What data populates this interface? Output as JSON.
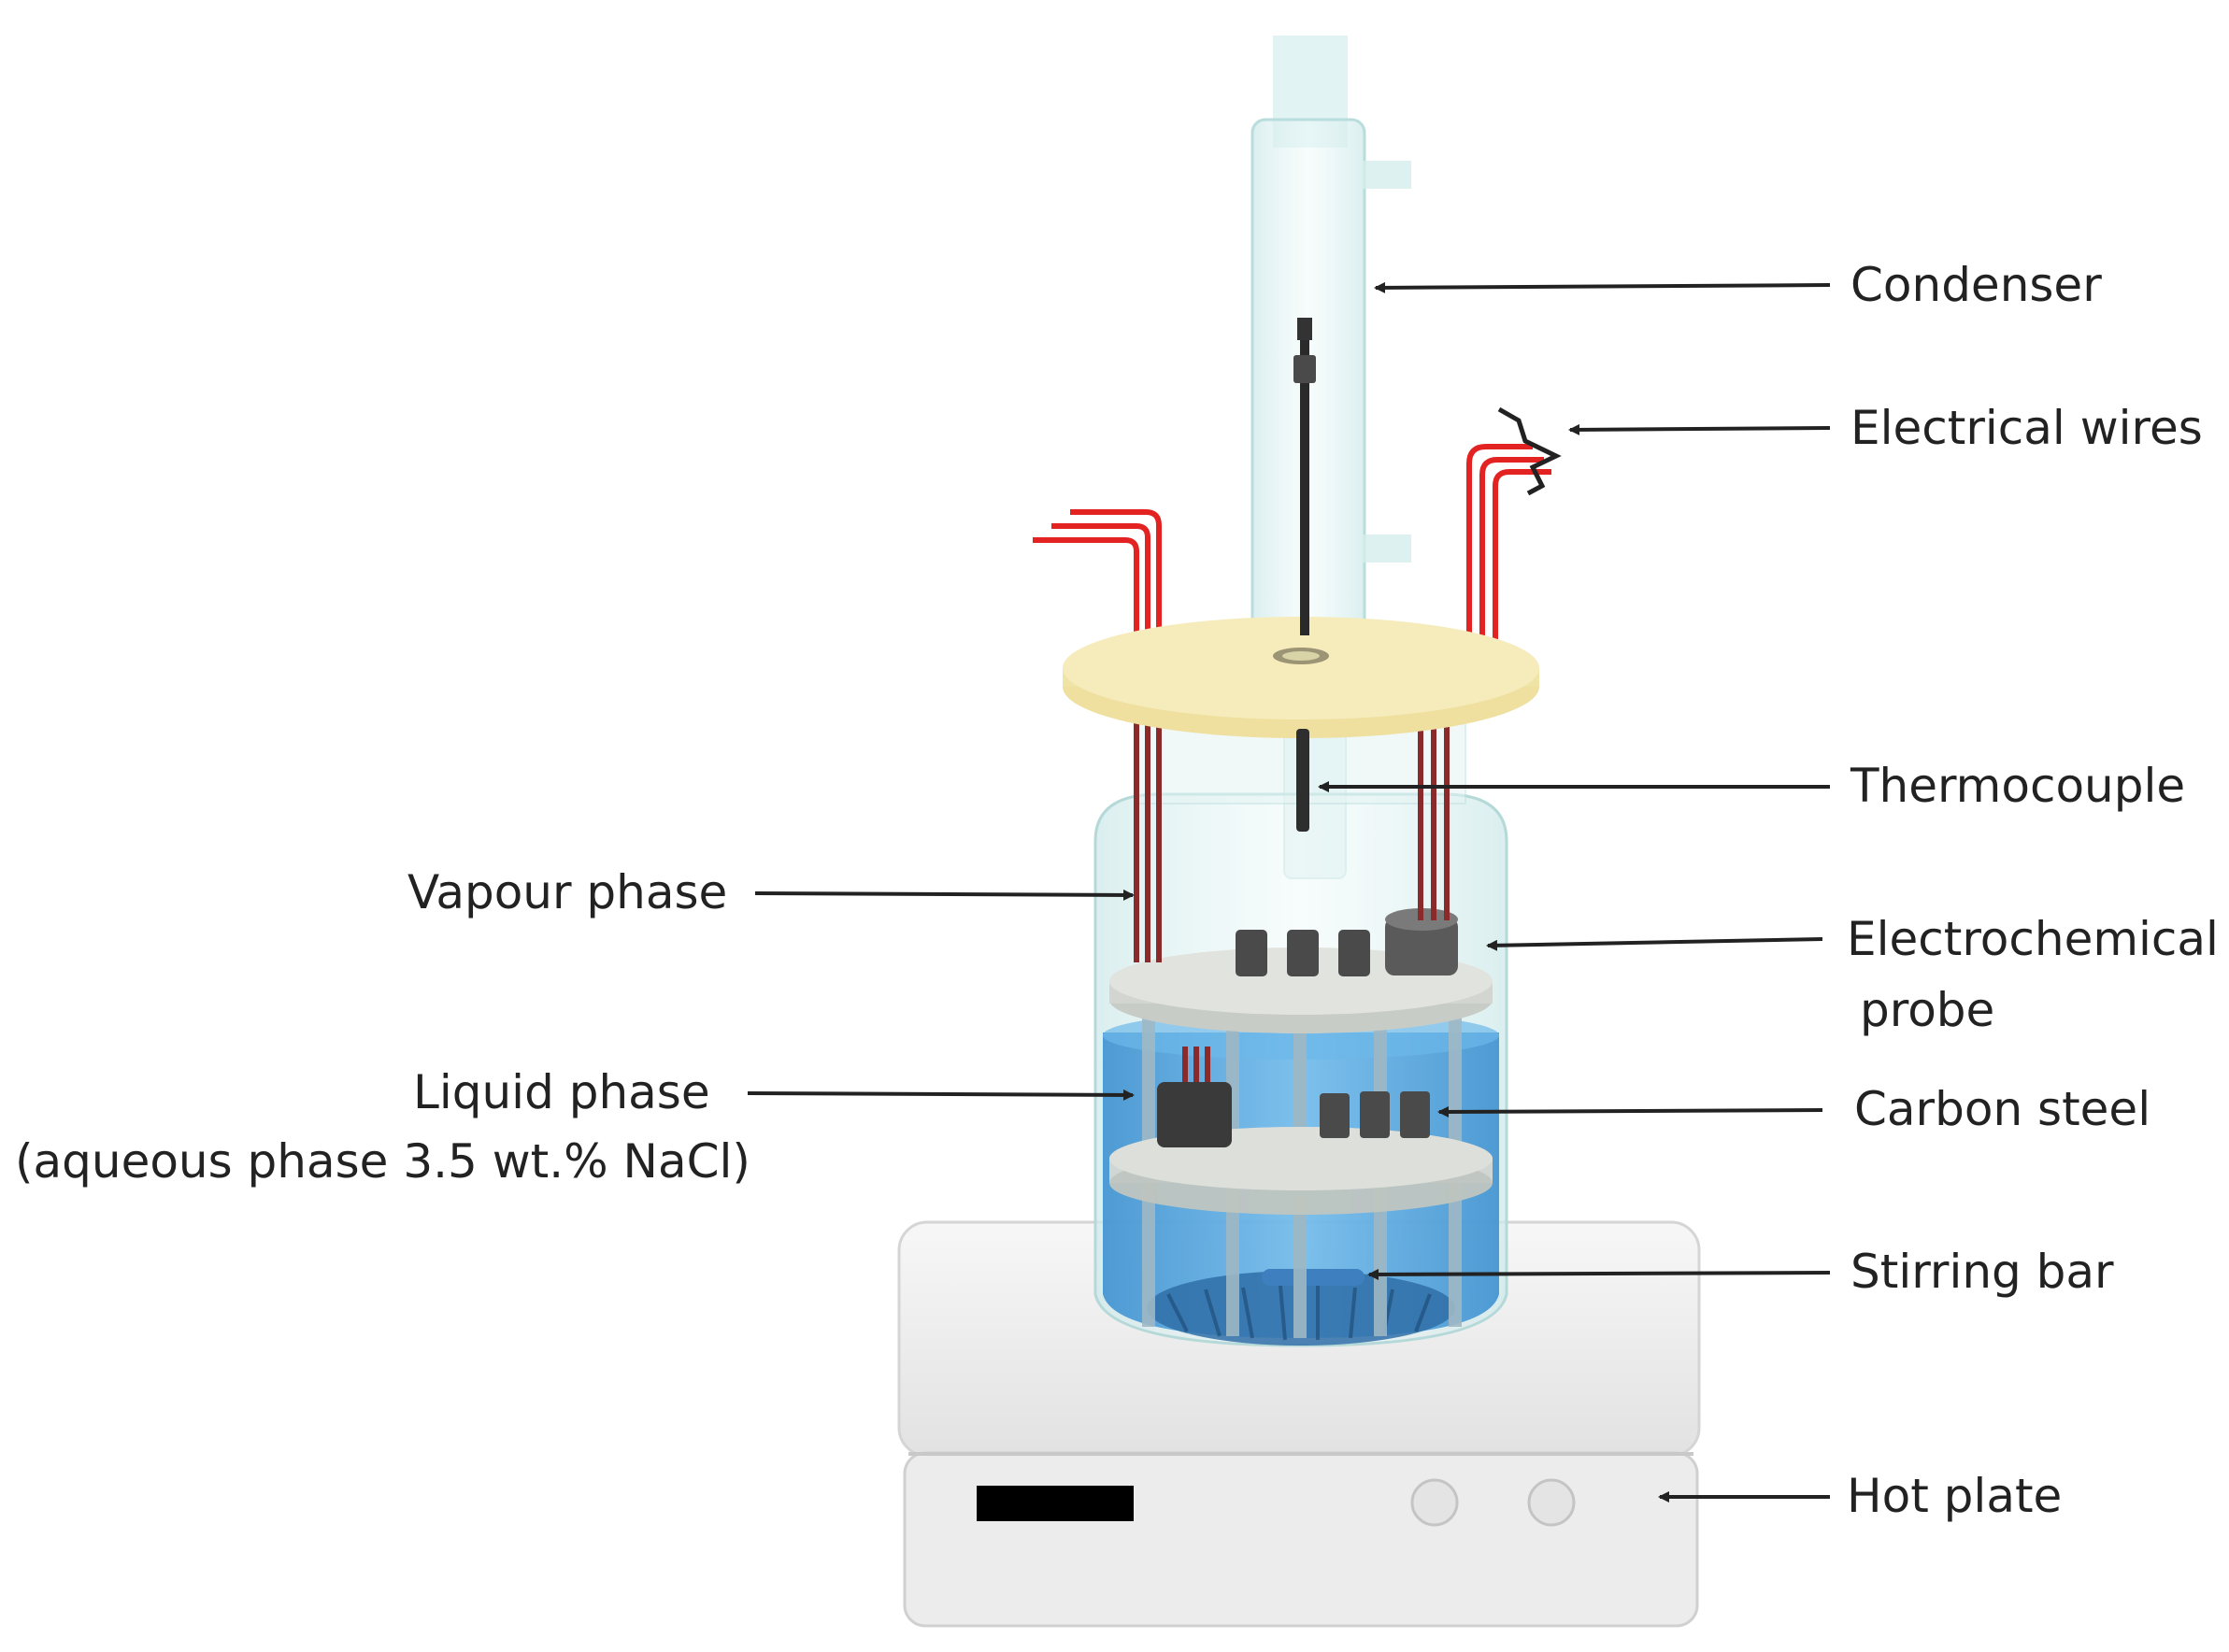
{
  "labels": {
    "condenser": "Condenser",
    "electrical_wires": "Electrical wires",
    "thermocouple": "Thermocouple",
    "vapour_phase": "Vapour phase",
    "electrochemical_probe_line1": "Electrochemical",
    "electrochemical_probe_line2": "probe",
    "liquid_phase_line1": "Liquid phase",
    "liquid_phase_line2": "(aqueous phase 3.5 wt.% NaCl)",
    "carbon_steel": "Carbon steel",
    "stirring_bar": "Stirring bar",
    "hot_plate": "Hot plate"
  },
  "colors": {
    "wire": "#e32222",
    "wire_inside": "#8a2a2a",
    "lid": "#f4e8b0",
    "glass": "#d8eff0",
    "liquid": "#4aa0dc",
    "sample_disc": "#d9ddd8",
    "probe": "#4a4a4a",
    "hot_plate": "#eeeeee",
    "display": "#000000",
    "label_text": "#222222",
    "arrow": "#222222"
  }
}
